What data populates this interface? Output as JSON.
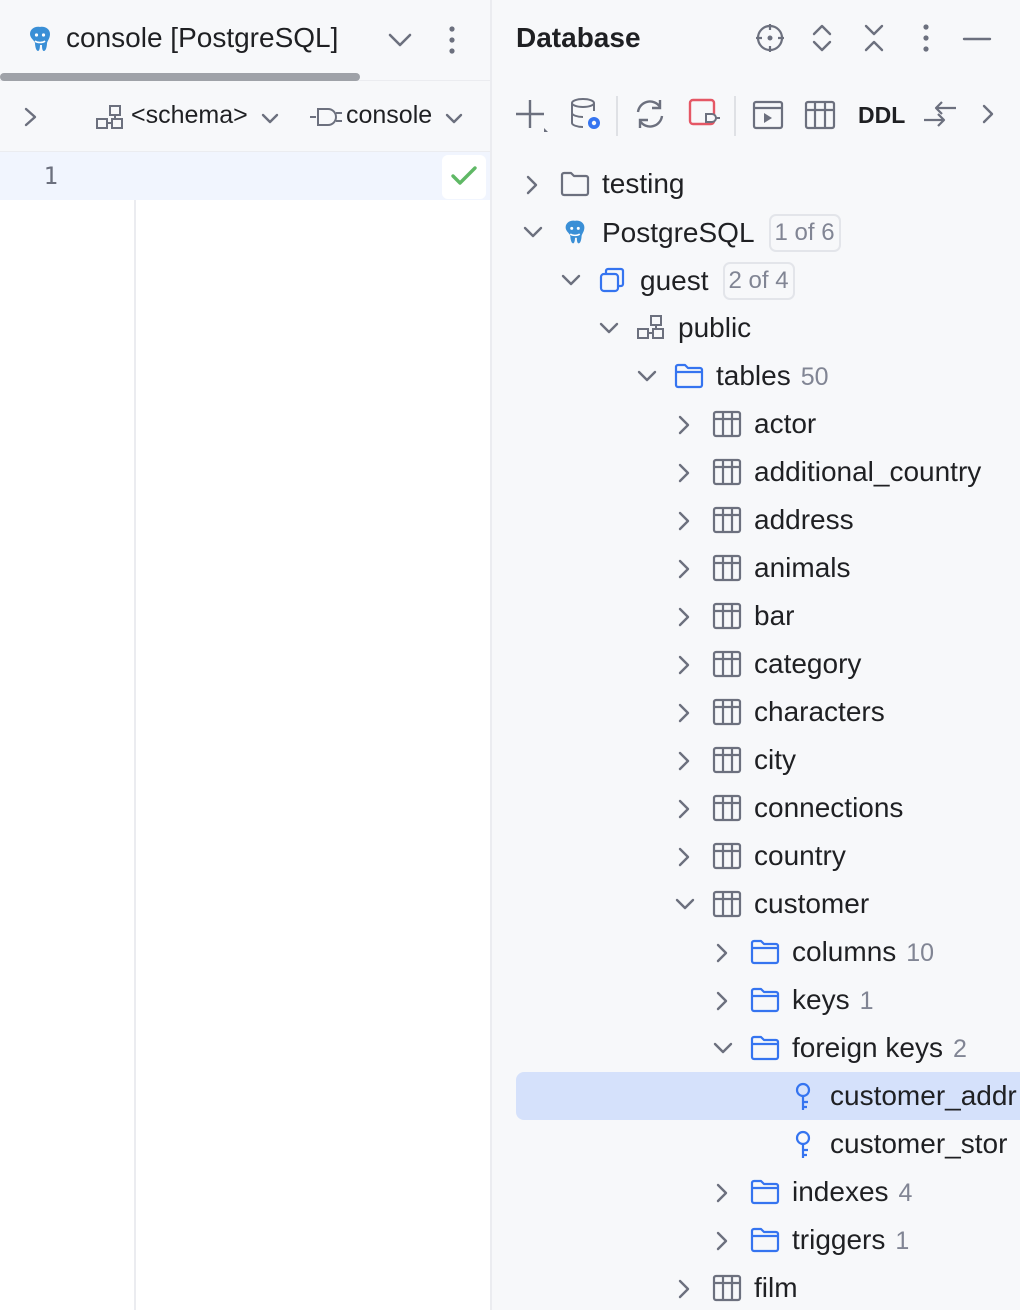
{
  "editor": {
    "tab": {
      "title": "console [PostgreSQL]",
      "icon": "postgresql-icon"
    },
    "toolbar": {
      "schema_label": "<schema>",
      "console_label": "console"
    },
    "line_numbers": [
      "1"
    ],
    "status": "check-icon"
  },
  "database_panel": {
    "title": "Database",
    "header_icons": [
      "locate-icon",
      "expand-all-icon",
      "collapse-all-icon",
      "more-icon",
      "minimize-icon"
    ],
    "toolbar": {
      "ddl_label": "DDL",
      "icons": [
        "add-icon",
        "data-source-properties-icon",
        "refresh-icon",
        "disconnect-icon",
        "jump-to-console-icon",
        "table-editor-icon",
        "ddl-icon",
        "compare-icon",
        "more-chevron-icon"
      ]
    },
    "tree": [
      {
        "label": "testing",
        "icon": "folder-icon",
        "expanded": false,
        "indent": 0
      },
      {
        "label": "PostgreSQL",
        "icon": "postgresql-icon",
        "expanded": true,
        "indent": 0,
        "badge": "1 of 6"
      },
      {
        "label": "guest",
        "icon": "database-icon",
        "expanded": true,
        "indent": 1,
        "badge": "2 of 4"
      },
      {
        "label": "public",
        "icon": "schema-icon",
        "expanded": true,
        "indent": 2
      },
      {
        "label": "tables",
        "icon": "folder-blue-icon",
        "expanded": true,
        "indent": 3,
        "count": "50"
      },
      {
        "label": "actor",
        "icon": "table-icon",
        "expanded": false,
        "indent": 4
      },
      {
        "label": "additional_country",
        "icon": "table-icon",
        "expanded": false,
        "indent": 4
      },
      {
        "label": "address",
        "icon": "table-icon",
        "expanded": false,
        "indent": 4
      },
      {
        "label": "animals",
        "icon": "table-icon",
        "expanded": false,
        "indent": 4
      },
      {
        "label": "bar",
        "icon": "table-icon",
        "expanded": false,
        "indent": 4
      },
      {
        "label": "category",
        "icon": "table-icon",
        "expanded": false,
        "indent": 4
      },
      {
        "label": "characters",
        "icon": "table-icon",
        "expanded": false,
        "indent": 4
      },
      {
        "label": "city",
        "icon": "table-icon",
        "expanded": false,
        "indent": 4
      },
      {
        "label": "connections",
        "icon": "table-icon",
        "expanded": false,
        "indent": 4
      },
      {
        "label": "country",
        "icon": "table-icon",
        "expanded": false,
        "indent": 4
      },
      {
        "label": "customer",
        "icon": "table-icon",
        "expanded": true,
        "indent": 4
      },
      {
        "label": "columns",
        "icon": "folder-blue-icon",
        "expanded": false,
        "indent": 5,
        "count": "10"
      },
      {
        "label": "keys",
        "icon": "folder-blue-icon",
        "expanded": false,
        "indent": 5,
        "count": "1"
      },
      {
        "label": "foreign keys",
        "icon": "folder-blue-icon",
        "expanded": true,
        "indent": 5,
        "count": "2"
      },
      {
        "label": "customer_addr",
        "icon": "foreign-key-icon",
        "leaf": true,
        "indent": 6,
        "selected": true
      },
      {
        "label": "customer_stor",
        "icon": "foreign-key-icon",
        "leaf": true,
        "indent": 6
      },
      {
        "label": "indexes",
        "icon": "folder-blue-icon",
        "expanded": false,
        "indent": 5,
        "count": "4"
      },
      {
        "label": "triggers",
        "icon": "folder-blue-icon",
        "expanded": false,
        "indent": 5,
        "count": "1"
      },
      {
        "label": "film",
        "icon": "table-icon",
        "expanded": false,
        "indent": 4
      }
    ]
  },
  "colors": {
    "accent_blue": "#3574f0",
    "selection": "#d5e1fb",
    "success_green": "#5fb865",
    "disconnect_red": "#e55765",
    "icon_gray": "#6c707e"
  }
}
